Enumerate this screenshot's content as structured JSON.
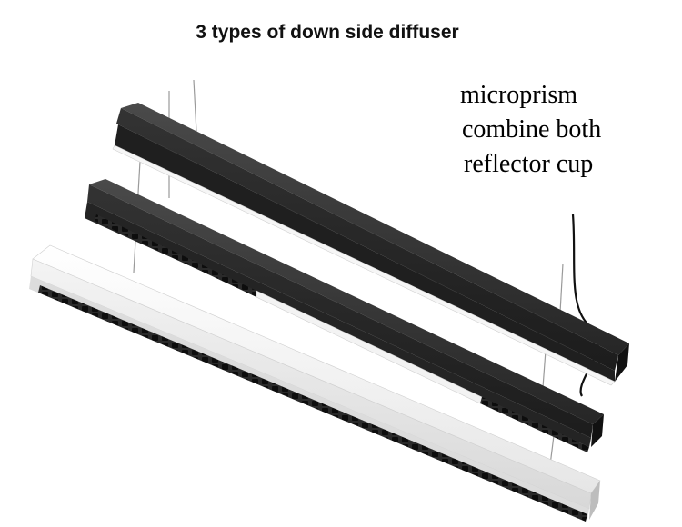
{
  "title": "3 types of down side diffuser",
  "labels": [
    "microprism",
    "combine both",
    "reflector cup"
  ],
  "fixtures": [
    {
      "name": "microprism fixture",
      "housing_color": "#2b2b2b",
      "diffuser": "microprism"
    },
    {
      "name": "combined fixture",
      "housing_color": "#2b2b2b",
      "diffuser": "combine both"
    },
    {
      "name": "reflector cup fixture",
      "housing_color": "#f2f2f2",
      "diffuser": "reflector cup"
    }
  ]
}
